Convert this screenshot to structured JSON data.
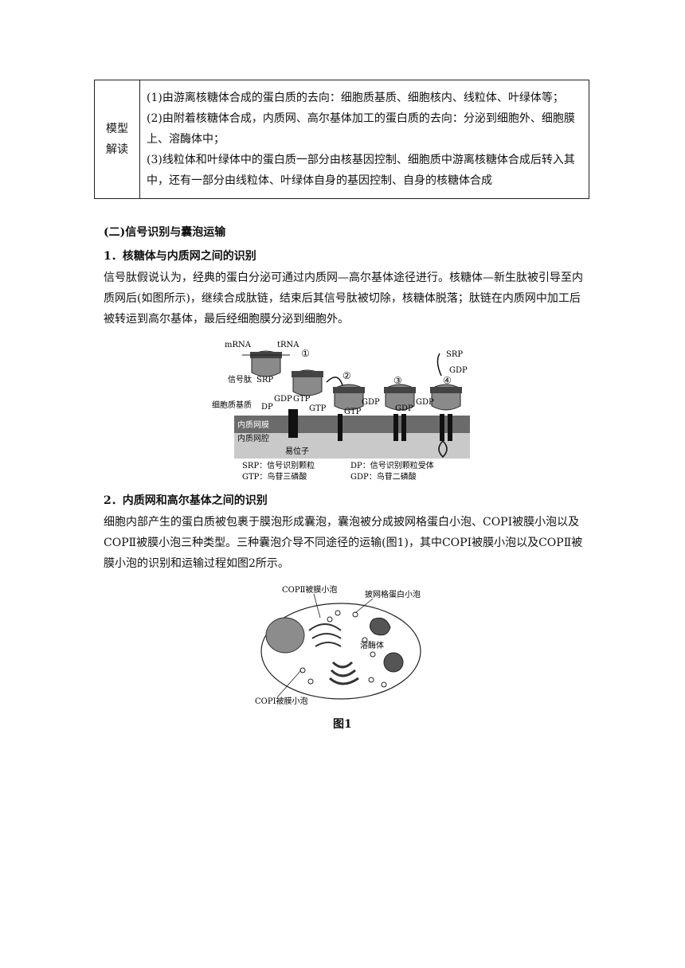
{
  "model_table": {
    "label_line1": "模型",
    "label_line2": "解读",
    "lines": [
      "(1)由游离核糖体合成的蛋白质的去向：细胞质基质、细胞核内、线粒体、叶绿体等；",
      "(2)由附着核糖体合成，内质网、高尔基体加工的蛋白质的去向：分泌到细胞外、细胞膜上、溶酶体中；",
      "(3)线粒体和叶绿体中的蛋白质一部分由核基因控制、细胞质中游离核糖体合成后转入其中，还有一部分由线粒体、叶绿体自身的基因控制、自身的核糖体合成"
    ]
  },
  "section_title": "(二)信号识别与囊泡运输",
  "sub1_title": "1．核糖体与内质网之间的识别",
  "para1": "信号肽假说认为，经典的蛋白分泌可通过内质网—高尔基体途径进行。核糖体—新生肽被引导至内质网后(如图所示)，继续合成肽链，结束后其信号肽被切除，核糖体脱落；肽链在内质网中加工后被转运到高尔基体，最后经细胞膜分泌到细胞外。",
  "figure1": {
    "mrna": "mRNA",
    "trna": "tRNA",
    "signal_peptide": "信号肽",
    "srp": "SRP",
    "srp2": "SRP",
    "gdp1": "GDP",
    "gtp1": "GTP",
    "gtp2": "GTP",
    "gtp3": "GTP",
    "gdp2": "GDP",
    "gdp3": "GDP",
    "gdp4": "GDP",
    "gdp5": "GDP",
    "cytosol": "细胞质基质",
    "dp": "DP",
    "er_membrane": "内质网膜",
    "er_lumen": "内质网腔",
    "translocon": "易位子",
    "step1": "①",
    "step2": "②",
    "step3": "③",
    "step4": "④",
    "legend": [
      "SRP：信号识别颗粒",
      "DP：信号识别颗粒受体",
      "GTP：鸟苷三磷酸",
      "GDP：鸟苷二磷酸"
    ]
  },
  "sub2_title": "2．内质网和高尔基体之间的识别",
  "para2": "细胞内部产生的蛋白质被包裹于膜泡形成囊泡，囊泡被分成披网格蛋白小泡、COPⅠ被膜小泡以及COPⅡ被膜小泡三种类型。三种囊泡介导不同途径的运输(图1)，其中COPⅠ被膜小泡以及COPⅡ被膜小泡的识别和运输过程如图2所示。",
  "figure2": {
    "cop2": "COPⅡ被膜小泡",
    "clathrin": "披网格蛋白小泡",
    "lysosome": "溶酶体",
    "cop1": "COPⅠ被膜小泡",
    "caption": "图1"
  }
}
